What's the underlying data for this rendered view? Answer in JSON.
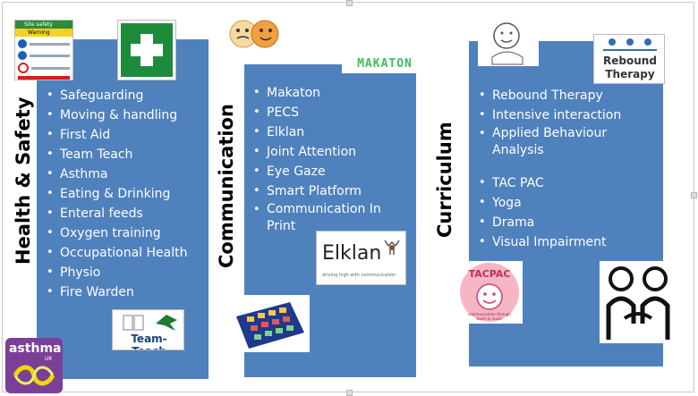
{
  "sections": {
    "health": {
      "title": "Health & Safety",
      "items": [
        "Safeguarding",
        "Moving & handling",
        "First Aid",
        "Team Teach",
        "Asthma",
        "Eating & Drinking",
        "Enteral feeds",
        "Oxygen training",
        "Occupational Health",
        "Physio",
        "Fire Warden"
      ]
    },
    "communication": {
      "title": "Communication",
      "items": [
        "Makaton",
        "PECS",
        "Elklan",
        "Joint Attention",
        "Eye Gaze",
        "Smart Platform",
        "Communication In Print"
      ]
    },
    "curriculum": {
      "title": "Curriculum",
      "items": [
        "Rebound Therapy",
        "Intensive interaction",
        "Applied Behaviour Analysis",
        "",
        "TAC PAC",
        "Yoga",
        "Drama",
        "Visual Impairment"
      ]
    }
  },
  "logos": {
    "safety_sign": {
      "header": "Site safety",
      "warning": "Warning"
    },
    "makaton": "MAKATON",
    "rebound": {
      "line1": "Rebound",
      "line2": "Therapy"
    },
    "team_teach": "Team-Teach",
    "elklan": {
      "word": "Elklan",
      "tagline": "driving high with communication"
    },
    "tacpac": {
      "name": "TACPAC",
      "ring": "communication through touch & music"
    },
    "asthma": {
      "word": "asthma",
      "sub": "UK"
    }
  },
  "colors": {
    "panel": "#4f81bd",
    "first_aid": "#1e8a3c",
    "asthma": "#7b3f98"
  }
}
